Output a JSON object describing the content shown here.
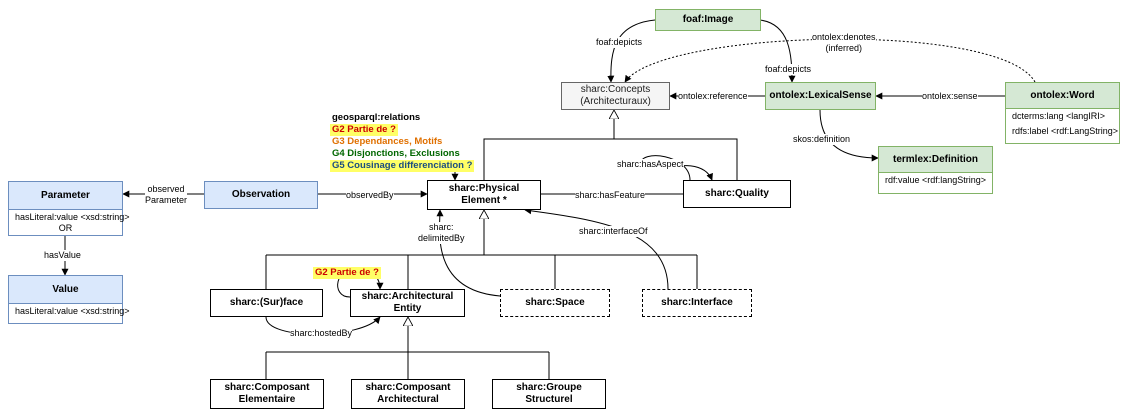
{
  "boxes": {
    "foaf_image": "foaf:Image",
    "concepts": "sharc:Concepts\n(Architecturaux)",
    "lexical_sense": "ontolex:LexicalSense",
    "word": "ontolex:Word",
    "definition": "termlex:Definition",
    "parameter": "Parameter",
    "value": "Value",
    "observation": "Observation",
    "physical_element": "sharc:Physical\nElement *",
    "quality": "sharc:Quality",
    "surface": "sharc:(Sur)face",
    "architectural_entity": "sharc:Architectural\nEntity",
    "space": "sharc:Space",
    "interface": "sharc:Interface",
    "composant_elementaire": "sharc:Composant\nElementaire",
    "composant_architectural": "sharc:Composant\nArchitectural",
    "groupe_structurel": "sharc:Groupe\nStructurel"
  },
  "attributes": {
    "word_lang": "dcterms:lang    <langIRI>",
    "word_label": "rdfs:label <rdf:LangString>",
    "definition_value": "rdf:value <rdf:langString>",
    "parameter_literal": "hasLiteral:value <xsd:string>",
    "parameter_or": "OR",
    "value_literal": "hasLiteral:value <xsd:string>"
  },
  "edge_labels": {
    "foaf_depicts_left": "foaf:depicts",
    "foaf_depicts_right": "foaf:depicts",
    "ontolex_denotes": "ontolex:denotes\n(inferred)",
    "ontolex_reference": "ontolex:reference",
    "ontolex_sense": "ontolex:sense",
    "skos_definition": "skos:definition",
    "observed_parameter": "observed\nParameter",
    "observed_by": "observedBy",
    "has_value": "hasValue",
    "has_feature": "sharc:hasFeature",
    "has_aspect": "sharc:hasAspect",
    "delimited_by": "sharc:\ndelimitedBy",
    "interface_of": "sharc:interfaceOf",
    "hosted_by": "sharc:hostedBy",
    "partie_de_small": "G2 Partie de ?"
  },
  "geosparql": {
    "title": "geosparql:relations",
    "g2": "G2 Partie de ?",
    "g3": "G3 Dependances, Motifs",
    "g4": "G4 Disjonctions, Exclusions",
    "g5": "G5 Cousinage differenciation ?"
  },
  "colors": {
    "blue_header": "#dae8fc",
    "green_header": "#d5e8d4",
    "highlight": "#ffff66"
  }
}
